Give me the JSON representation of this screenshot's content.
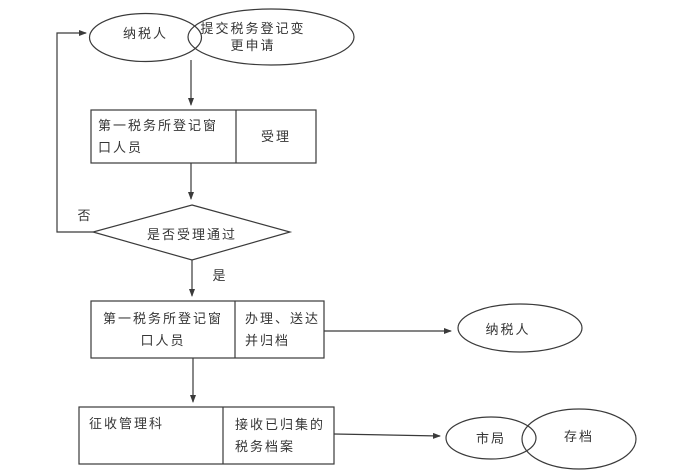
{
  "page": {
    "background": "#ffffff"
  },
  "diagram": {
    "type": "flowchart",
    "colors": {
      "line": "#3a3a3a",
      "text": "#363636",
      "shape_fill": "none"
    },
    "nodes": {
      "taxpayer_start": {
        "shape": "ellipse",
        "label": "纳税人"
      },
      "submit_request": {
        "shape": "ellipse",
        "label": "提交税务登记变\n更申请"
      },
      "accept_step": {
        "shape": "process",
        "role": "第一税务所登记窗\n口人员",
        "action": "受理"
      },
      "decision": {
        "shape": "diamond",
        "label": "是否受理通过"
      },
      "handle_step": {
        "shape": "process",
        "role": "第一税务所登记窗\n口人员",
        "action": "办理、送达\n并归档"
      },
      "taxpayer_result": {
        "shape": "ellipse",
        "label": "纳税人"
      },
      "collection_dept": {
        "shape": "process",
        "role": "征收管理科",
        "action": "接收已归集的\n税务档案"
      },
      "city_bureau": {
        "shape": "ellipse",
        "label": "市局"
      },
      "archive": {
        "shape": "ellipse",
        "label": "存档"
      }
    },
    "edge_labels": {
      "no": "否",
      "yes": "是"
    }
  }
}
